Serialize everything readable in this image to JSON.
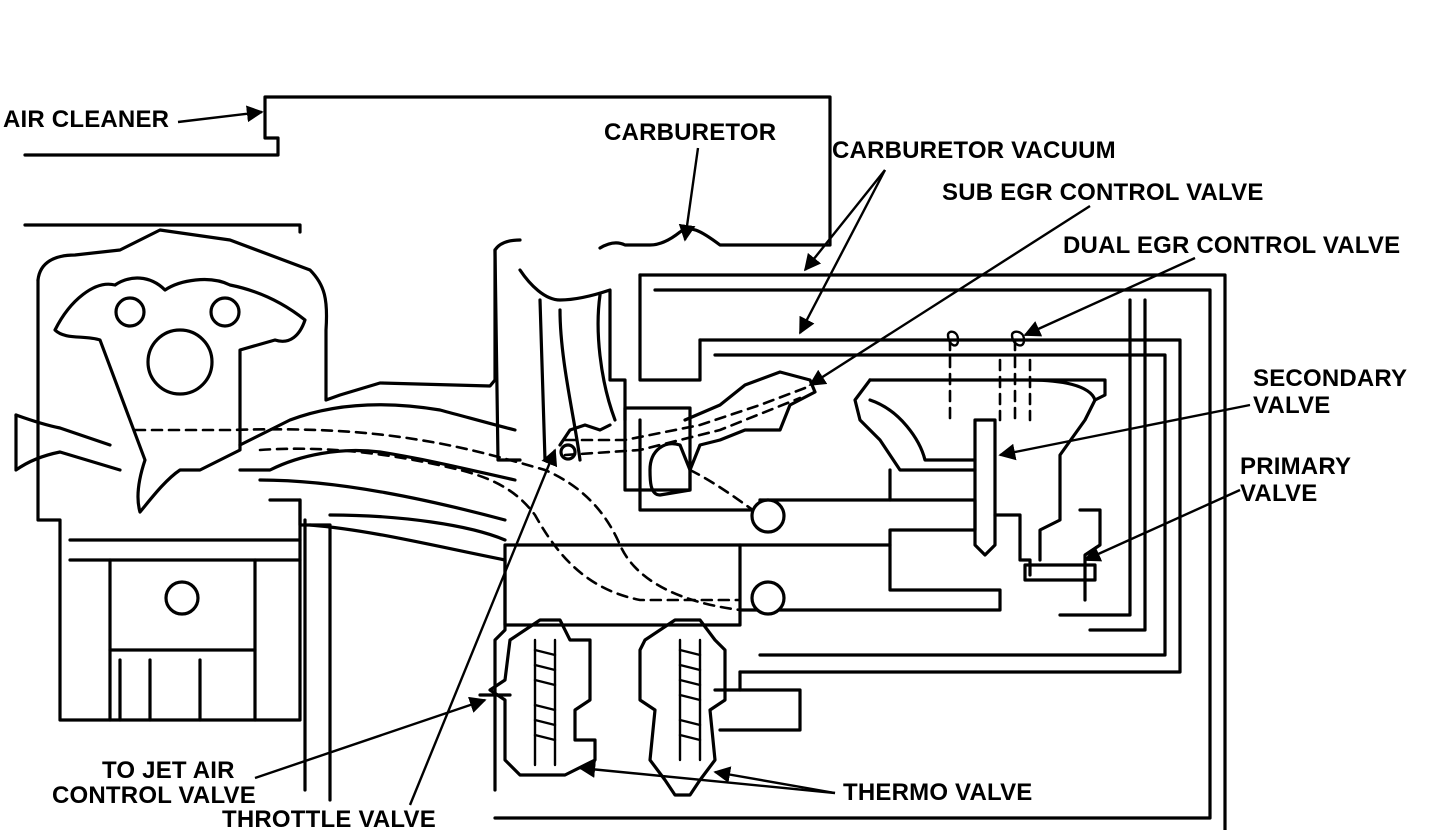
{
  "labels": {
    "air_cleaner": "AIR CLEANER",
    "carburetor": "CARBURETOR",
    "carburetor_vacuum": "CARBURETOR VACUUM",
    "sub_egr_control_valve": "SUB EGR CONTROL VALVE",
    "dual_egr_control_valve": "DUAL EGR CONTROL VALVE",
    "secondary_valve_line1": "SECONDARY",
    "secondary_valve_line2": "VALVE",
    "primary_valve_line1": "PRIMARY",
    "primary_valve_line2": "VALVE",
    "to_jet_air_line1": "TO JET AIR",
    "to_jet_air_line2": "CONTROL VALVE",
    "throttle_valve": "THROTTLE VALVE",
    "thermo_valve": "THERMO VALVE"
  },
  "colors": {
    "ink": "#000000",
    "paper": "#ffffff"
  }
}
